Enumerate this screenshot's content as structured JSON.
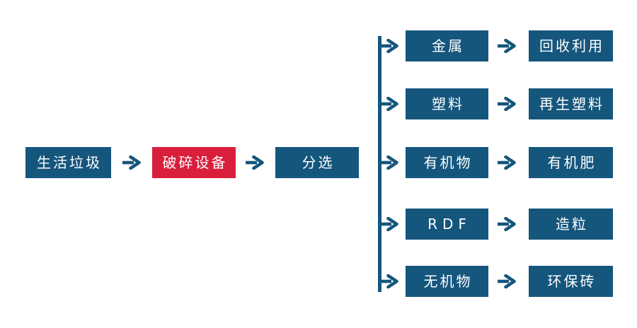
{
  "diagram": {
    "type": "flowchart",
    "main_flow": {
      "source": "生活垃圾",
      "process": "破碎设备",
      "sorting": "分选"
    },
    "branches": [
      {
        "category": "金属",
        "result": "回收利用"
      },
      {
        "category": "塑料",
        "result": "再生塑料"
      },
      {
        "category": "有机物",
        "result": "有机肥"
      },
      {
        "category": "RDF",
        "result": "造粒"
      },
      {
        "category": "无机物",
        "result": "环保砖"
      }
    ],
    "colors": {
      "node_blue": "#15567D",
      "node_red": "#D91F3C",
      "connector_blue": "#15567D",
      "node_text": "#FFFFFF",
      "background": "#FFFFFF"
    }
  }
}
